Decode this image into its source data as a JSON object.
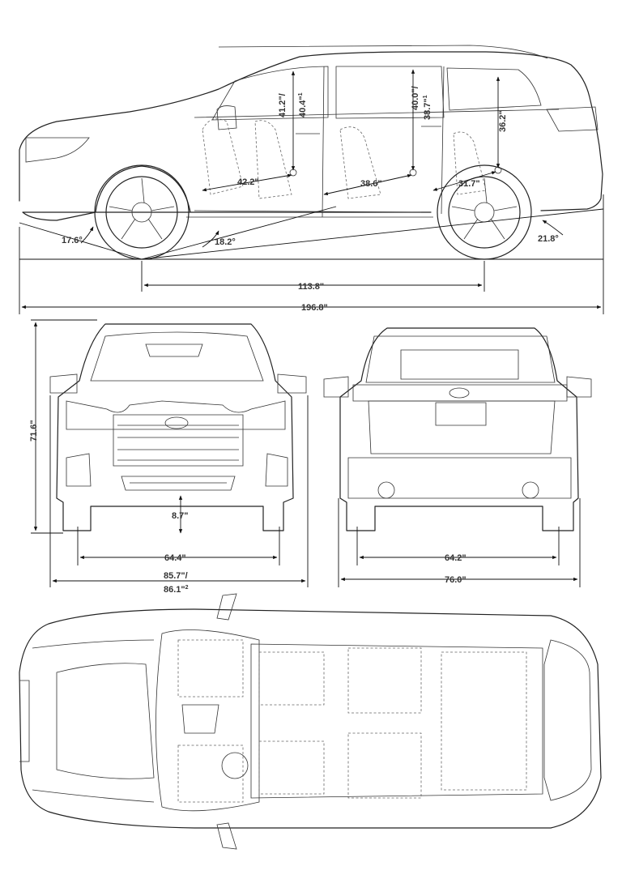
{
  "title": "Vehicle dimensions diagram",
  "side_view": {
    "headroom_front": "41.2\"/",
    "headroom_front_alt": "40.4\"",
    "headroom_front_note": "1",
    "headroom_second": "40.0\"/",
    "headroom_second_alt": "38.7\"",
    "headroom_second_note": "1",
    "headroom_third": "36.2\"",
    "legroom_front": "42.2\"",
    "legroom_second": "38.6\"",
    "legroom_third": "31.7\"",
    "approach_angle": "17.6°",
    "breakover_angle": "18.2°",
    "departure_angle": "21.8°",
    "wheelbase": "113.8\"",
    "overall_length": "196.8\""
  },
  "front_view": {
    "height": "71.6\"",
    "ground_clearance": "8.7\"",
    "front_track": "64.4\"",
    "width_with_mirrors": "85.7\"/",
    "width_with_mirrors_alt": "86.1\"",
    "width_note": "2"
  },
  "rear_view": {
    "rear_track": "64.2\"",
    "body_width": "76.0\""
  }
}
